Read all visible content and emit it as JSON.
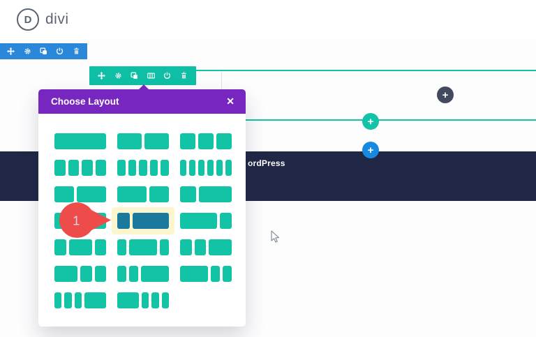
{
  "app": {
    "logo_initial": "D",
    "logo_text": "divi"
  },
  "colors": {
    "section_toolbar_blue": "#2b87da",
    "row_toolbar_teal": "#0fbfa5",
    "guide_line_teal": "#12c3a8",
    "modal_purple": "#7727bf",
    "layout_box_teal": "#12c3a5",
    "layout_box_selected_blue": "#1a7a9d",
    "selection_highlight_yellow": "#fbf6cd",
    "navy_section": "#212846",
    "add_section_blue": "#1789e0",
    "add_module_dark": "#414a5e",
    "annotation_red": "#ee4b4b"
  },
  "section_toolbar": {
    "icons": [
      "move-icon",
      "gear-icon",
      "duplicate-icon",
      "power-icon",
      "trash-icon"
    ]
  },
  "row_toolbar": {
    "icons": [
      "move-icon",
      "gear-icon",
      "duplicate-icon",
      "columns-icon",
      "power-icon",
      "trash-icon"
    ]
  },
  "layout_modal": {
    "title": "Choose Layout",
    "close_glyph": "✕",
    "options": [
      {
        "id": "full",
        "cols": [
          1
        ]
      },
      {
        "id": "half-half",
        "cols": [
          1,
          1
        ]
      },
      {
        "id": "thirds",
        "cols": [
          1,
          1,
          1
        ]
      },
      {
        "id": "fourths",
        "cols": [
          1,
          1,
          1,
          1
        ]
      },
      {
        "id": "fifths",
        "cols": [
          1,
          1,
          1,
          1,
          1
        ]
      },
      {
        "id": "sixths",
        "cols": [
          1,
          1,
          1,
          1,
          1,
          1
        ]
      },
      {
        "id": "2-5_3-5",
        "cols": [
          2,
          3
        ]
      },
      {
        "id": "3-5_2-5",
        "cols": [
          3,
          2
        ]
      },
      {
        "id": "1-3_2-3",
        "cols": [
          1,
          2
        ]
      },
      {
        "id": "2-3_1-3",
        "cols": [
          2,
          1
        ]
      },
      {
        "id": "1-4_3-4",
        "cols": [
          1,
          3
        ],
        "selected": true
      },
      {
        "id": "3-4_1-4",
        "cols": [
          3,
          1
        ]
      },
      {
        "id": "1-4_1-2_1-4",
        "cols": [
          1,
          2,
          1
        ]
      },
      {
        "id": "1-5_3-5_1-5",
        "cols": [
          1,
          3,
          1
        ]
      },
      {
        "id": "1-4_1-4_1-2",
        "cols": [
          1,
          1,
          2
        ]
      },
      {
        "id": "1-2_1-4_1-4",
        "cols": [
          2,
          1,
          1
        ]
      },
      {
        "id": "1-5_1-5_3-5",
        "cols": [
          1,
          1,
          3
        ]
      },
      {
        "id": "3-5_1-5_1-5",
        "cols": [
          3,
          1,
          1
        ]
      },
      {
        "id": "1-6_1-6_1-6_1-2",
        "cols": [
          1,
          1,
          1,
          3
        ]
      },
      {
        "id": "1-2_1-6_1-6_1-6",
        "cols": [
          3,
          1,
          1,
          1
        ]
      }
    ]
  },
  "canvas": {
    "partial_heading_text": "ordPress",
    "add_module_glyph": "+",
    "add_row_glyph": "+",
    "add_section_glyph": "+"
  },
  "annotation": {
    "step": "1"
  }
}
